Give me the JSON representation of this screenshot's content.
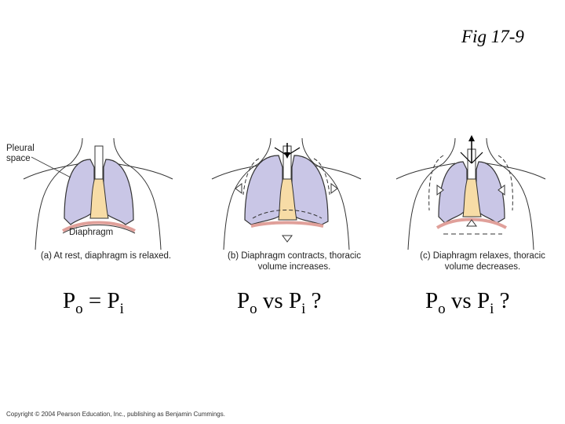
{
  "figure_label": "Fig 17-9",
  "panel_a": {
    "annotations": {
      "pleural_space_line1": "Pleural",
      "pleural_space_line2": "space",
      "diaphragm": "Diaphragm"
    },
    "caption_line1": "(a) At rest, diaphragm is relaxed.",
    "caption_line2": "",
    "equation": {
      "left": "P",
      "left_sub": "o",
      "op": " = ",
      "right": "P",
      "right_sub": "i",
      "suffix": ""
    }
  },
  "panel_b": {
    "caption_line1": "(b) Diaphragm contracts, thoracic",
    "caption_line2": "volume increases.",
    "equation": {
      "left": "P",
      "left_sub": "o",
      "op": " vs ",
      "right": "P",
      "right_sub": "i",
      "suffix": " ?"
    }
  },
  "panel_c": {
    "caption_line1": "(c) Diaphragm relaxes, thoracic",
    "caption_line2": "volume decreases.",
    "equation": {
      "left": "P",
      "left_sub": "o",
      "op": " vs ",
      "right": "P",
      "right_sub": "i",
      "suffix": " ?"
    }
  },
  "copyright": "Copyright © 2004 Pearson Education, Inc., publishing as Benjamin Cummings.",
  "colors": {
    "lung": "#c9c6e6",
    "heart": "#f7dca6",
    "diaphragm": "#e0a09a",
    "outline": "#333333"
  }
}
